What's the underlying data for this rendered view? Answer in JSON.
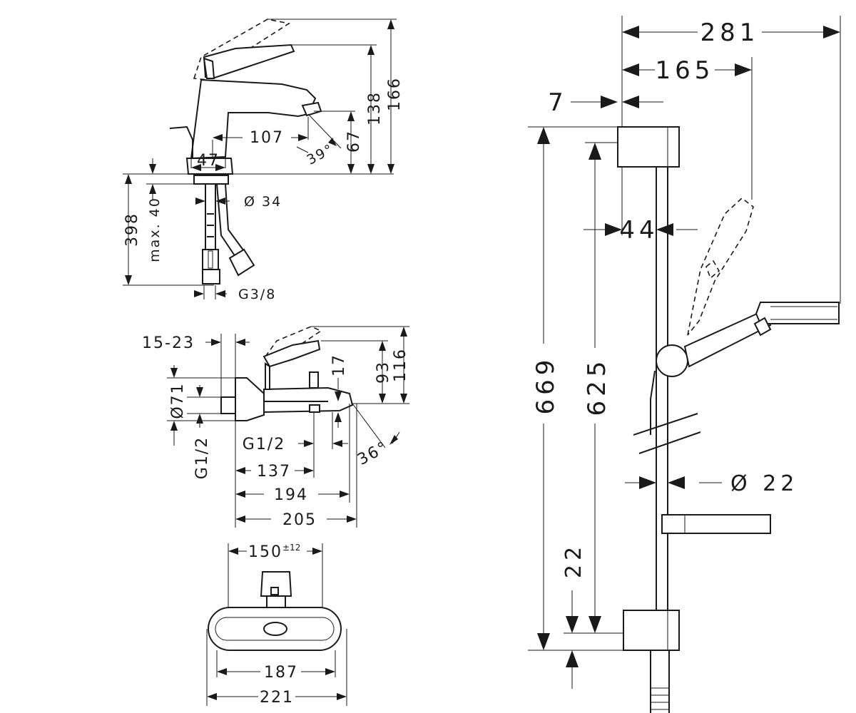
{
  "basin_mixer": {
    "dims": {
      "d166": "166",
      "d138": "138",
      "d107": "107",
      "d67": "67",
      "d39": "39°",
      "d47": "47",
      "d34": "Ø 34",
      "d398": "398",
      "dmax40": "max. 40",
      "dg38": "G3/8"
    }
  },
  "bath_mixer": {
    "dims": {
      "d15_23": "15-23",
      "d116": "116",
      "d93": "93",
      "d17": "17",
      "d71": "Ø71",
      "dg12_v": "G1/2",
      "dg12_h": "G1/2",
      "d36": "36°",
      "d137": "137",
      "d194": "194",
      "d205": "205"
    }
  },
  "wall_mixer": {
    "dims": {
      "d150": "150",
      "d150_tol": "±12",
      "d187": "187",
      "d221": "221"
    }
  },
  "shower_set": {
    "dims": {
      "d281": "281",
      "d165": "165",
      "d7": "7",
      "d669": "669",
      "d625": "625",
      "d44": "44",
      "d22_dia": "Ø 22",
      "d22": "22"
    }
  }
}
